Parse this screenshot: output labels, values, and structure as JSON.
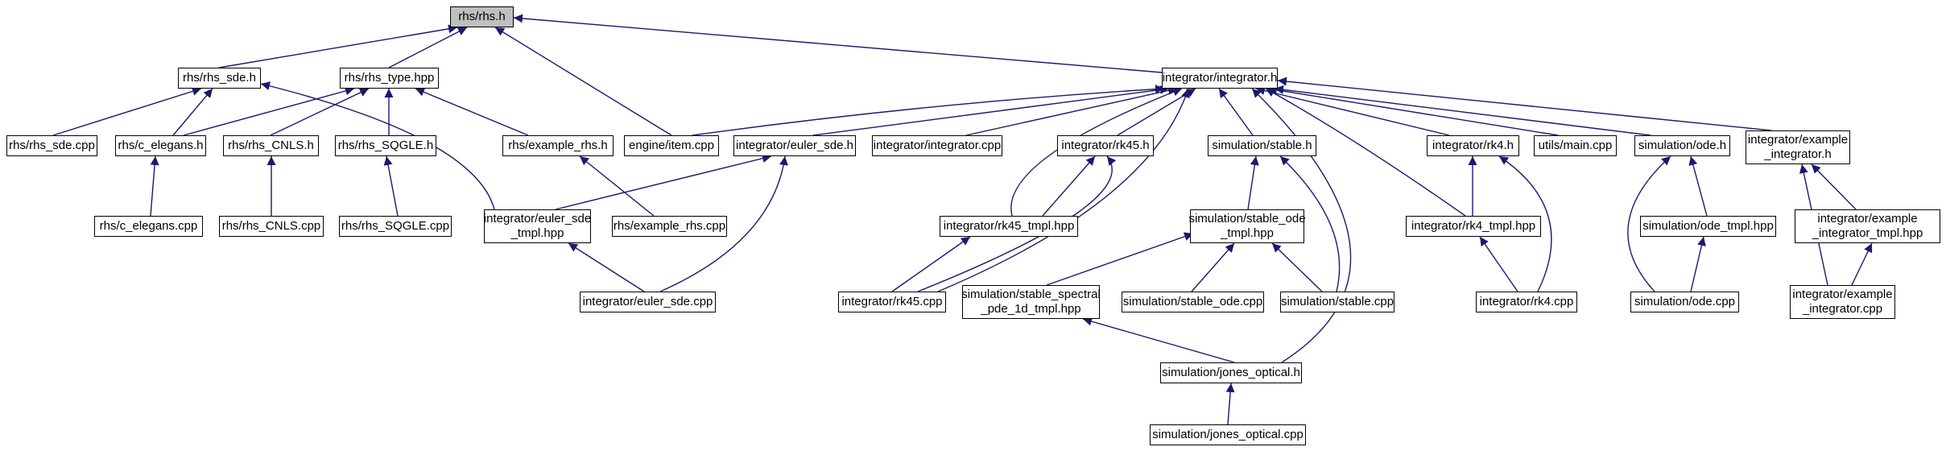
{
  "colors": {
    "edge": "#191970",
    "node_border": "#000000",
    "node_fill": "#ffffff",
    "root_fill": "#bfbfbf"
  },
  "nodes": [
    {
      "id": "rhs_h",
      "lines": [
        "rhs/rhs.h"
      ]
    },
    {
      "id": "rhs_sde_h",
      "lines": [
        "rhs/rhs_sde.h"
      ]
    },
    {
      "id": "rhs_type_hpp",
      "lines": [
        "rhs/rhs_type.hpp"
      ]
    },
    {
      "id": "integrator_h",
      "lines": [
        "integrator/integrator.h"
      ]
    },
    {
      "id": "rhs_sde_cpp",
      "lines": [
        "rhs/rhs_sde.cpp"
      ]
    },
    {
      "id": "c_elegans_h",
      "lines": [
        "rhs/c_elegans.h"
      ]
    },
    {
      "id": "rhs_cnls_h",
      "lines": [
        "rhs/rhs_CNLS.h"
      ]
    },
    {
      "id": "rhs_sqgle_h",
      "lines": [
        "rhs/rhs_SQGLE.h"
      ]
    },
    {
      "id": "example_rhs_h",
      "lines": [
        "rhs/example_rhs.h"
      ]
    },
    {
      "id": "engine_item_cpp",
      "lines": [
        "engine/item.cpp"
      ]
    },
    {
      "id": "euler_sde_h",
      "lines": [
        "integrator/euler_sde.h"
      ]
    },
    {
      "id": "integrator_cpp",
      "lines": [
        "integrator/integrator.cpp"
      ]
    },
    {
      "id": "rk45_h",
      "lines": [
        "integrator/rk45.h"
      ]
    },
    {
      "id": "stable_h",
      "lines": [
        "simulation/stable.h"
      ]
    },
    {
      "id": "rk4_h",
      "lines": [
        "integrator/rk4.h"
      ]
    },
    {
      "id": "utils_main_cpp",
      "lines": [
        "utils/main.cpp"
      ]
    },
    {
      "id": "ode_h",
      "lines": [
        "simulation/ode.h"
      ]
    },
    {
      "id": "example_integrator_h",
      "lines": [
        "integrator/example",
        "_integrator.h"
      ]
    },
    {
      "id": "c_elegans_cpp",
      "lines": [
        "rhs/c_elegans.cpp"
      ]
    },
    {
      "id": "rhs_cnls_cpp",
      "lines": [
        "rhs/rhs_CNLS.cpp"
      ]
    },
    {
      "id": "rhs_sqgle_cpp",
      "lines": [
        "rhs/rhs_SQGLE.cpp"
      ]
    },
    {
      "id": "euler_sde_tmpl_hpp",
      "lines": [
        "integrator/euler_sde",
        "_tmpl.hpp"
      ]
    },
    {
      "id": "example_rhs_cpp",
      "lines": [
        "rhs/example_rhs.cpp"
      ]
    },
    {
      "id": "rk45_tmpl_hpp",
      "lines": [
        "integrator/rk45_tmpl.hpp"
      ]
    },
    {
      "id": "stable_ode_tmpl_hpp",
      "lines": [
        "simulation/stable_ode",
        "_tmpl.hpp"
      ]
    },
    {
      "id": "rk4_tmpl_hpp",
      "lines": [
        "integrator/rk4_tmpl.hpp"
      ]
    },
    {
      "id": "ode_tmpl_hpp",
      "lines": [
        "simulation/ode_tmpl.hpp"
      ]
    },
    {
      "id": "example_integrator_tmpl_hpp",
      "lines": [
        "integrator/example",
        "_integrator_tmpl.hpp"
      ]
    },
    {
      "id": "euler_sde_cpp",
      "lines": [
        "integrator/euler_sde.cpp"
      ]
    },
    {
      "id": "rk45_cpp",
      "lines": [
        "integrator/rk45.cpp"
      ]
    },
    {
      "id": "stable_spectral_hpp",
      "lines": [
        "simulation/stable_spectral",
        "_pde_1d_tmpl.hpp"
      ]
    },
    {
      "id": "stable_ode_cpp",
      "lines": [
        "simulation/stable_ode.cpp"
      ]
    },
    {
      "id": "stable_cpp",
      "lines": [
        "simulation/stable.cpp"
      ]
    },
    {
      "id": "rk4_cpp",
      "lines": [
        "integrator/rk4.cpp"
      ]
    },
    {
      "id": "ode_cpp",
      "lines": [
        "simulation/ode.cpp"
      ]
    },
    {
      "id": "example_integrator_cpp",
      "lines": [
        "integrator/example",
        "_integrator.cpp"
      ]
    },
    {
      "id": "jones_optical_h",
      "lines": [
        "simulation/jones_optical.h"
      ]
    },
    {
      "id": "jones_optical_cpp",
      "lines": [
        "simulation/jones_optical.cpp"
      ]
    }
  ]
}
